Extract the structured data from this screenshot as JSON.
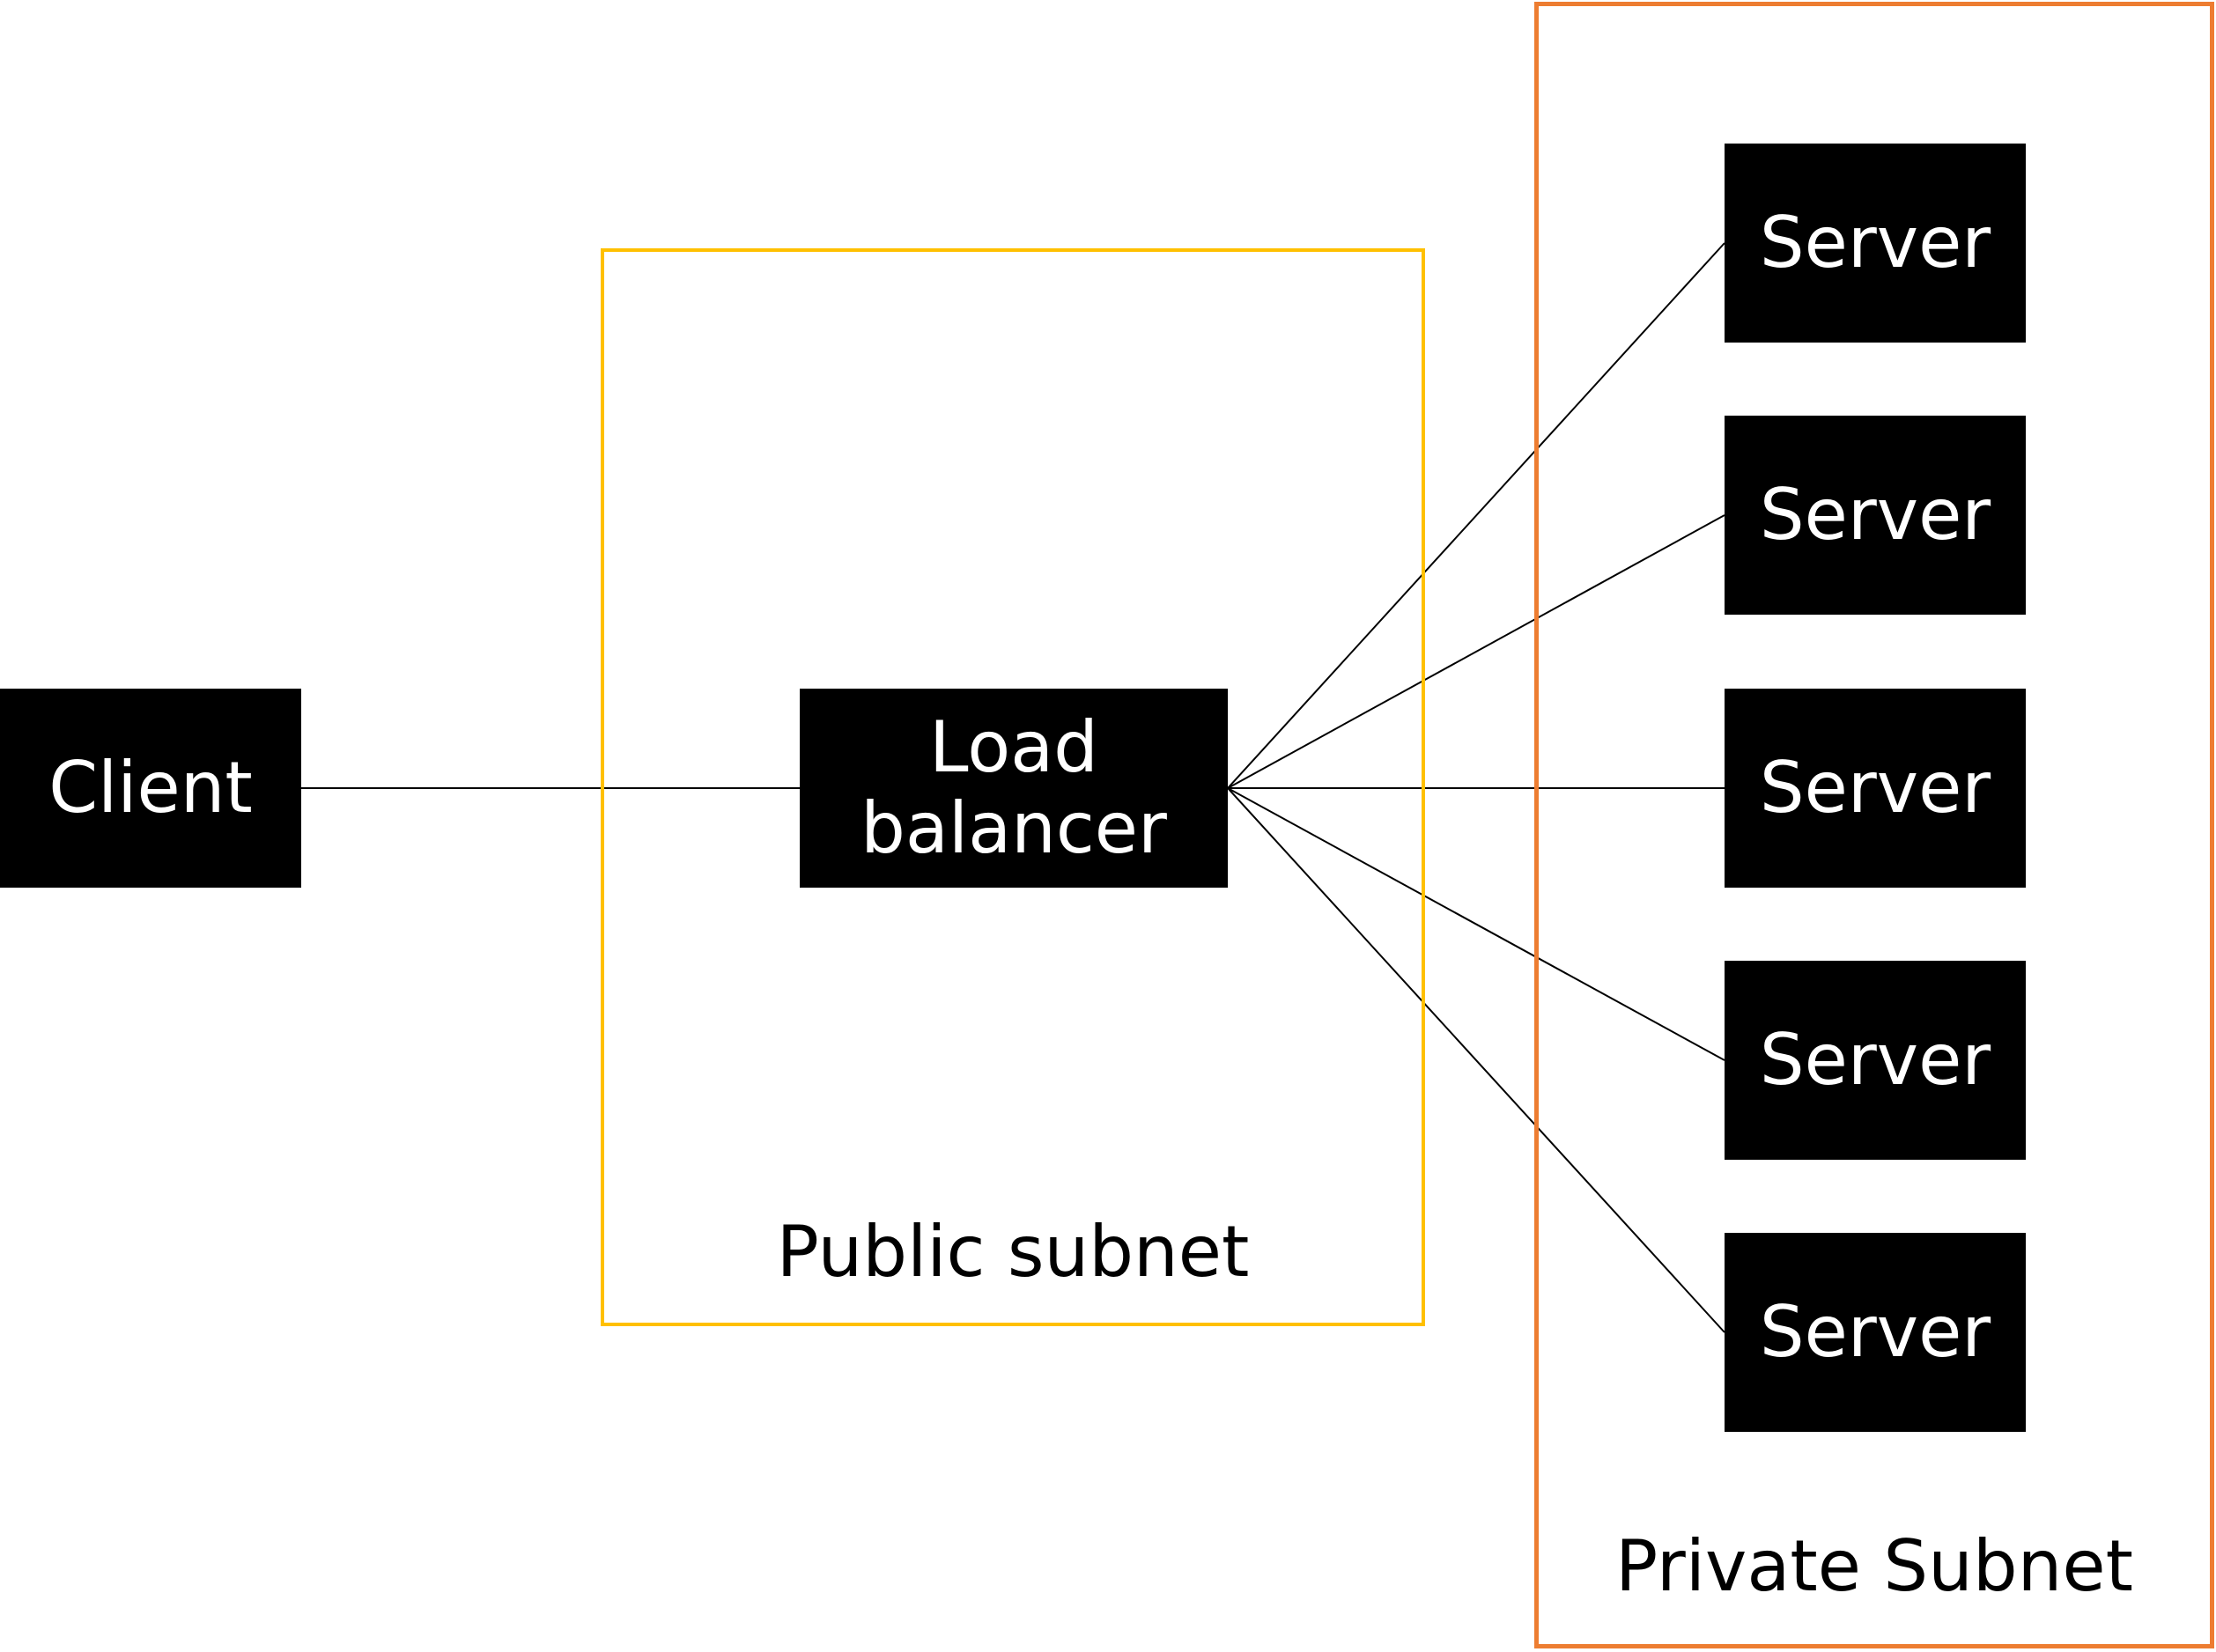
{
  "regions": {
    "public": {
      "label": "Public subnet",
      "border_color": "#FFC000"
    },
    "private": {
      "label": "Private Subnet",
      "border_color": "#ED7D31"
    }
  },
  "nodes": {
    "client": {
      "label": "Client"
    },
    "load_balancer": {
      "label_lines": [
        "Load",
        "balancer"
      ]
    },
    "servers": [
      {
        "label": "Server"
      },
      {
        "label": "Server"
      },
      {
        "label": "Server"
      },
      {
        "label": "Server"
      },
      {
        "label": "Server"
      }
    ]
  },
  "edges": [
    {
      "from": "client",
      "to": "load_balancer"
    },
    {
      "from": "load_balancer",
      "to": "server-1"
    },
    {
      "from": "load_balancer",
      "to": "server-2"
    },
    {
      "from": "load_balancer",
      "to": "server-3"
    },
    {
      "from": "load_balancer",
      "to": "server-4"
    },
    {
      "from": "load_balancer",
      "to": "server-5"
    }
  ],
  "colors": {
    "node_fill": "#000000",
    "node_text": "#FFFFFF",
    "connector": "#000000"
  }
}
